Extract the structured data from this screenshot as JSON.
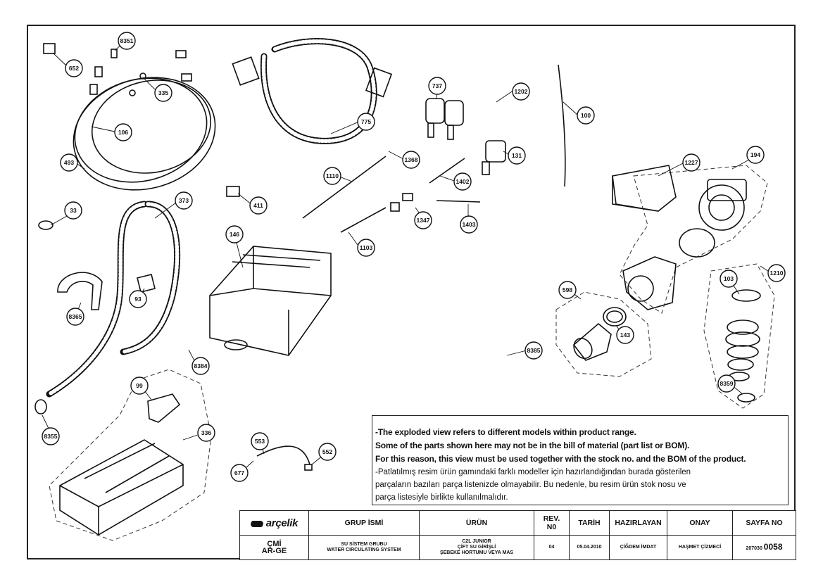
{
  "callouts": [
    "652",
    "8351",
    "335",
    "106",
    "493",
    "775",
    "737",
    "1202",
    "100",
    "131",
    "1368",
    "1110",
    "1402",
    "1347",
    "1403",
    "1103",
    "411",
    "33",
    "373",
    "146",
    "1227",
    "194",
    "8365",
    "93",
    "598",
    "143",
    "103",
    "1210",
    "8385",
    "8384",
    "8359",
    "99",
    "8355",
    "336",
    "553",
    "552",
    "677"
  ],
  "notes": {
    "en_line1": "-The exploded view refers to different models within product range.",
    "en_line2": "Some of the parts shown here may not be in the bill of material (part list or BOM).",
    "en_line3": "For this reason, this view must be used together with the stock no. and the BOM of the product.",
    "tr_line1": "-Patlatılmış resim ürün gamındaki farklı modeller için hazırlandığından burada gösterilen",
    "tr_line2": "parçaların bazıları parça listenizde olmayabilir. Bu nedenle, bu resim ürün stok nosu ve",
    "tr_line3": "parça listesiyle birlikte kullanılmalıdır."
  },
  "title_block": {
    "brand": "arçelik",
    "headers": {
      "group": "GRUP İSMİ",
      "product": "ÜRÜN",
      "rev_line1": "REV.",
      "rev_line2": "N0",
      "date": "TARİH",
      "prepared": "HAZIRLAYAN",
      "approval": "ONAY",
      "page": "SAYFA NO"
    },
    "values": {
      "dept_line1": "ÇMİ",
      "dept_line2": "AR-GE",
      "group_line1": "SU SİSTEM GRUBU",
      "group_line2": "WATER CIRCULATING SYSTEM",
      "product_line1": "C2L JUNIOR",
      "product_line2": "ÇİFT SU GİRİŞLİ",
      "product_line3": "ŞEBEKE HORTUMU VEYA MAS",
      "rev": "04",
      "date": "05.04.2010",
      "prepared": "ÇİĞDEM İMDAT",
      "approval": "HAŞMET ÇİZMECİ",
      "page_prefix": "207030",
      "page_number": "0058"
    }
  }
}
